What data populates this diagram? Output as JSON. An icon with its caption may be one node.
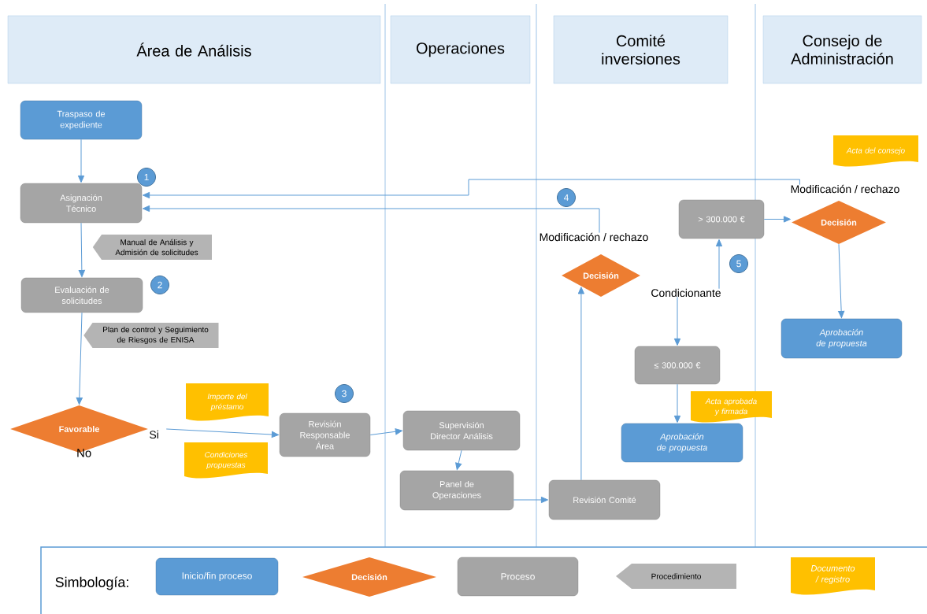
{
  "diagram": {
    "nodes": [
      {
        "text": [
          "Área de Análisis"
        ]
      },
      {
        "text": [
          "Operaciones"
        ]
      },
      {
        "text": [
          "Comité inversiones"
        ]
      },
      {
        "text": [
          "Consejo de Administración"
        ]
      },
      {
        "text": [
          "Traspaso de expediente"
        ]
      },
      {
        "text": [
          "Asignación Técnico"
        ]
      },
      {
        "text": [
          "Manual de Análisis y Admisión de solicitudes"
        ]
      },
      {
        "text": [
          "Evaluación de solicitudes"
        ]
      },
      {
        "text": [
          "Plan de control y Seguimiento de Riesgos de ENISA"
        ]
      },
      {
        "text": [
          "Favorable"
        ],
        "beside": [
          "No"
        ]
      },
      {
        "text": [
          "Importe del préstamo"
        ]
      },
      {
        "text": [
          "Condiciones propuestas"
        ]
      },
      {
        "text": [
          "Revisión Responsable Área"
        ]
      },
      {
        "text": [
          "Supervisión Director Análisis"
        ]
      },
      {
        "text": [
          "Panel de Operaciones"
        ]
      },
      {
        "text": [
          "Revisión Comité"
        ]
      },
      {
        "text": [
          "Decisión"
        ]
      },
      {
        "text": [
          "Modificación / rechazo"
        ]
      },
      {
        "text": [
          "Condicionante"
        ]
      },
      {
        "text": [
          "> 300.000 €"
        ]
      },
      {
        "text": [
          "≤ 300.000 €"
        ]
      },
      {
        "text": [
          "Acta aprobada y firmada"
        ]
      },
      {
        "text": [
          "Aprobación de propuesta"
        ]
      },
      {
        "text": [
          "Acta del consejo"
        ]
      },
      {
        "text": [
          "Modificación / rechazo"
        ]
      },
      {
        "text": [
          "Decisión"
        ]
      },
      {
        "text": [
          "Aprobación de propuesta"
        ]
      }
    ],
    "edges": [
      {
        "from": 4,
        "to": 5,
        "arrow": "to"
      },
      {
        "from": 5,
        "to": 7,
        "arrow": "to"
      },
      {
        "from": 7,
        "to": 9,
        "arrow": "to"
      },
      {
        "from": 9,
        "to": 12,
        "arrow": "to",
        "label": "Si"
      },
      {
        "from": 12,
        "to": 13,
        "arrow": "to"
      },
      {
        "from": 13,
        "to": 14,
        "arrow": "to"
      },
      {
        "from": 14,
        "to": 15,
        "arrow": "to"
      },
      {
        "from": 15,
        "to": 16,
        "arrow": "to"
      },
      {
        "from": 17,
        "to": 5,
        "arrow": "to"
      },
      {
        "from": 24,
        "to": 5,
        "arrow": "to"
      },
      {
        "from": 18,
        "to": 19,
        "arrow": "to"
      },
      {
        "from": 18,
        "to": 20,
        "arrow": "to"
      },
      {
        "from": 20,
        "to": 22,
        "arrow": "to"
      },
      {
        "from": 19,
        "to": 25,
        "arrow": "to"
      },
      {
        "from": 25,
        "to": 26,
        "arrow": "to"
      }
    ],
    "labels": [
      "1",
      "2",
      "3",
      "4",
      "5",
      "Simbología:"
    ],
    "legend": [
      {
        "text": "Inicio/fin proceso",
        "color": "#5b9bd5"
      },
      {
        "text": "Decisión",
        "color": "#ed7d31"
      },
      {
        "text": "Proceso",
        "color": "#a5a5a5"
      },
      {
        "text": "Procedimiento",
        "color": "#b4b4b4"
      },
      {
        "text": "Documento / registro",
        "color": "#ffc000"
      }
    ]
  }
}
